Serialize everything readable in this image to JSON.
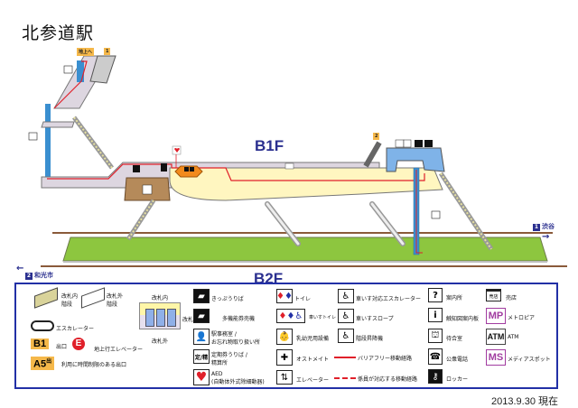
{
  "station_name": "北参道駅",
  "floors": {
    "upper": "B1F",
    "lower": "B2F"
  },
  "exits": {
    "exit1": "1",
    "exit2": "2",
    "to_ground": "地上へ"
  },
  "directions": {
    "right": {
      "num": "1",
      "label": "渋谷",
      "arrow": "→"
    },
    "left": {
      "num": "2",
      "label": "和光市",
      "arrow": "←"
    }
  },
  "map_icons": [
    "elevator-icon",
    "aed-icon",
    "ticket-machine-icon",
    "phone-icon",
    "fare-adjustment-icon",
    "station-office-icon",
    "atm-icon",
    "toilet-icon",
    "accessible-toilet-icon",
    "baby-care-icon",
    "ostomate-icon"
  ],
  "legend": {
    "stairs_inside": "改札内\n階段",
    "stairs_outside": "改札外\n階段",
    "escalator": "エスカレーター",
    "gate_inside": "改札内",
    "gate": "改札",
    "gate_outside": "改札外",
    "exit_badge": "B1",
    "exit_label": "出口",
    "ground_elevator_badge": "E",
    "ground_elevator_label": "地上行エレベーター",
    "limited_exit_badge": "A5",
    "limited_exit_mark": "出",
    "limited_exit_label": "利用に時間制限のある出口",
    "ticket": "きっぷうりば",
    "multi_ticket": "多機能券売機",
    "office": "駅事務室 /\nお忘れ物取り扱い所",
    "commuter": "定期券うりば /\n精算所",
    "commuter_icon": "定/精",
    "aed": "AED\n(自動体外式除細動器)",
    "toilet": "トイレ",
    "accessible_toilet": "車いすトイレ",
    "baby": "乳幼児用設備",
    "ostomate": "オストメイト",
    "elevator": "エレベーター",
    "wc_escalator": "車いす対応エスカレーター",
    "wc_slope": "車いすスロープ",
    "stair_lift": "階段昇降機",
    "barrier_free_route": "バリアフリー移動経路",
    "staff_route": "係員が対応する移動経路",
    "info": "案内所",
    "tactile_map": "触知図案内板",
    "waiting_room": "待合室",
    "payphone": "公衆電話",
    "locker": "ロッカー",
    "shop": "売店",
    "shop_icon": "売店",
    "metropia_badge": "MP",
    "metropia": "メトロピア",
    "atm_badge": "ATM",
    "atm": "ATM",
    "media_badge": "MS",
    "media_spot": "メディアスポット"
  },
  "date_text": "2013.9.30 現在",
  "colors": {
    "floor_border": "#2230a6",
    "concourse": "#ddd6e0",
    "platform_area": "#fff6c0",
    "track_green": "#8dc63f",
    "route_red": "#e0202a",
    "elevator_blue": "#3a8fd0",
    "badge_orange": "#f5b84a",
    "badge_purple": "#a13ca0"
  }
}
